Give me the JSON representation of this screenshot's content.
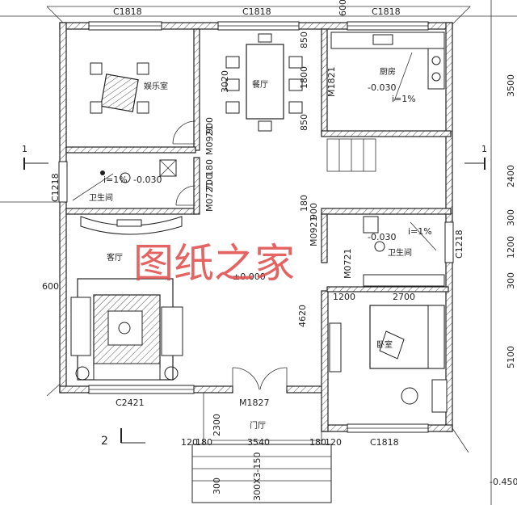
{
  "windows": {
    "top_left": "C1818",
    "top_center": "C1818",
    "top_right": "C1818",
    "left_bath": "C1218",
    "right_bath": "C1218",
    "living_bottom": "C2421",
    "bedroom_bottom": "C1818"
  },
  "doors": {
    "m0921_upper": "M0921",
    "m0721": "M0721",
    "m1821": "M1821",
    "m0921_right": "M0921",
    "m0721_right": "M0721",
    "m1827": "M1827"
  },
  "rooms": {
    "entertainment": "娱乐室",
    "dining": "餐厅",
    "kitchen": "厨房",
    "bath_left": "卫生间",
    "bath_right": "卫生间",
    "living": "客厅",
    "bedroom": "卧室",
    "foyer": "门厅"
  },
  "annotations": {
    "kitchen_level": "-0.030",
    "kitchen_slope": "i=1%",
    "bath_left_slope": "i=1%",
    "bath_left_level": "-0.030",
    "bath_right_level": "-0.030",
    "bath_right_slope": "i=1%",
    "floor_level": "±0.000",
    "outside_level": "-0.450"
  },
  "dimensions": {
    "d600_top": "600",
    "d3020": "3020",
    "d850_a": "850",
    "d1800": "1800",
    "d850_b": "850",
    "d900": "900",
    "d180_a": "180",
    "d700": "700",
    "d180_b": "180",
    "d900_b": "900",
    "d4620": "4620",
    "d1200": "1200",
    "d2700": "2700",
    "d600_left": "600",
    "d3500": "3500",
    "d2400": "2400",
    "d300_r1": "300",
    "d1200_r": "1200",
    "d300_r2": "300",
    "d5100": "5100",
    "d120_a": "120",
    "d180_c": "180",
    "d2300": "2300",
    "d3540": "3540",
    "d180_d": "180",
    "d120_b": "120",
    "d300_step": "300",
    "d300x3_150": "300X3-150"
  },
  "axes": {
    "section_left": "1",
    "section_right": "1",
    "section_bottom": "2"
  },
  "watermark": "图纸之家"
}
